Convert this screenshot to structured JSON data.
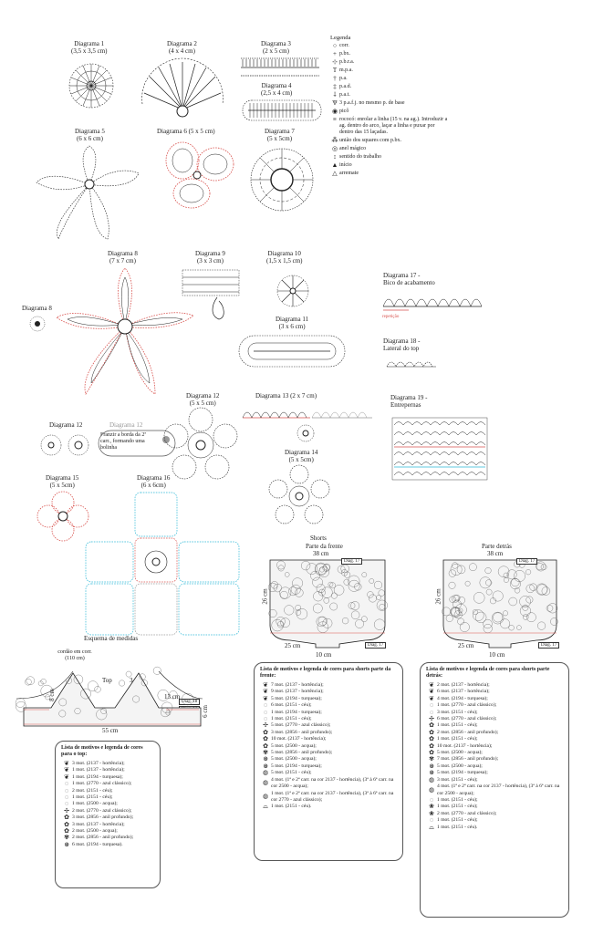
{
  "diagrams": {
    "d1": {
      "title": "Diagrama 1",
      "size": "(3,5 x 3,5 cm)"
    },
    "d2": {
      "title": "Diagrama 2",
      "size": "(4 x 4 cm)"
    },
    "d3": {
      "title": "Diagrama 3",
      "size": "(2 x 5 cm)"
    },
    "d4": {
      "title": "Diagrama 4",
      "size": "(2,5 x 4 cm)"
    },
    "d5": {
      "title": "Diagrama 5",
      "size": "(6 x 6 cm)"
    },
    "d6": {
      "title": "Diagrama 6 (5 x 5 cm)"
    },
    "d7": {
      "title": "Diagrama 7",
      "size": "(5 x 5cm)"
    },
    "d8": {
      "title": "Diagrama 8",
      "size": "(7 x 7 cm)"
    },
    "d8s": {
      "title": "Diagrama 8"
    },
    "d9": {
      "title": "Diagrama 9",
      "size": "(3 x 3 cm)"
    },
    "d10": {
      "title": "Diagrama 10",
      "size": "(1,5 x 1,5 cm)"
    },
    "d11": {
      "title": "Diagrama 11",
      "size": "(3 x 6 cm)"
    },
    "d12": {
      "title": "Diagrama 12",
      "size": "(5 x 5 cm)"
    },
    "d12s": {
      "title": "Diagrama 12"
    },
    "d12g": {
      "title": "Diagrama 12"
    },
    "d12note": "Franzir a borda da 2ª carr., formando uma bolinha",
    "d13": {
      "title": "Diagrama 13 (2 x 7 cm)"
    },
    "d14": {
      "title": "Diagrama 14",
      "size": "(5 x 5cm)"
    },
    "d15": {
      "title": "Diagrama 15",
      "size": "(5 x 5cm)"
    },
    "d16": {
      "title": "Diagrama 16",
      "size": "(6 x 6cm)"
    },
    "d17": {
      "title": "Diagrama 17 -",
      "sub": "Bico de acabamento",
      "rep": "repetição"
    },
    "d18": {
      "title": "Diagrama 18 -",
      "sub": "Lateral do top"
    },
    "d19": {
      "title": "Diagrama 19 -",
      "sub": "Entrepernas"
    }
  },
  "legend": {
    "title": "Legenda",
    "items": [
      {
        "icon": "○",
        "text": "corr."
      },
      {
        "icon": "+",
        "text": "p.bx."
      },
      {
        "icon": "⊹",
        "text": "p.b.r.a."
      },
      {
        "icon": "T",
        "text": "m.p.a."
      },
      {
        "icon": "†",
        "text": "p.a."
      },
      {
        "icon": "‡",
        "text": "p.a.d."
      },
      {
        "icon": "⸸",
        "text": "p.a.t."
      },
      {
        "icon": "Ѱ",
        "text": "3 p.a.f.j. no mesmo p. de base"
      },
      {
        "icon": "◉",
        "text": "picô"
      },
      {
        "icon": "≡",
        "text": "rococó: enrolar a linha (15 v. na ag.). Introduzir a ag. dentro do arco, laçar a linha e puxar por dentro das 15 laçadas."
      },
      {
        "icon": "⁂",
        "text": "união dos squares com p.bx."
      },
      {
        "icon": "◎",
        "text": "anel mágico"
      },
      {
        "icon": "↕",
        "text": "sentido do trabalho"
      },
      {
        "icon": "▲",
        "text": "início"
      },
      {
        "icon": "△",
        "text": "arremate"
      }
    ]
  },
  "shorts": {
    "title": "Shorts",
    "front": {
      "label": "Parte da frente",
      "width": "38 cm",
      "height": "26 cm",
      "hip": "25 cm",
      "crotch": "10 cm",
      "tag1": "Diag. 17",
      "tag2": "Diag. 17"
    },
    "back": {
      "label": "Parte detrás",
      "width": "38 cm",
      "height": "26 cm",
      "hip": "25 cm",
      "crotch": "10 cm",
      "tag1": "Diag. 17",
      "tag2": "Diag. 17"
    }
  },
  "top": {
    "scheme": "Esquema de medidas",
    "cord": "cordão em corr. (110 cm)",
    "label": "Top",
    "m3": "3 cm",
    "m8": "8 cm",
    "m13": "13 cm",
    "m6": "6 cm",
    "m55": "55 cm",
    "tag": "Diag. 18",
    "tag2": "Diag. 17"
  },
  "lists": {
    "top": {
      "title": "Lista de motivos e legenda de cores para o top:",
      "items": [
        {
          "icon": "❦",
          "text": "3 mot. (2137 - hortência);"
        },
        {
          "icon": "❦",
          "text": "1 mot. (2137 - hortência);"
        },
        {
          "icon": "❦",
          "text": "1 mot. (2194 - turquesa);"
        },
        {
          "icon": "◌",
          "text": "1 mot. (2770 - azul clássico);"
        },
        {
          "icon": "◌",
          "text": "2 mot. (2151 - céu);"
        },
        {
          "icon": "◌",
          "text": "1 mot. (2151 - céu);"
        },
        {
          "icon": "◌",
          "text": "1 mot. (2500 - acqua);"
        },
        {
          "icon": "✢",
          "text": "2 mot. (2770 - azul clássico);"
        },
        {
          "icon": "✿",
          "text": "3 mot. (2856 - anil profundo);"
        },
        {
          "icon": "✿",
          "text": "3 mot. (2137 - hortência);"
        },
        {
          "icon": "✿",
          "text": "2 mot. (2500 - acqua);"
        },
        {
          "icon": "✾",
          "text": "2 mot. (2856 - anil profundo);"
        },
        {
          "icon": "⊛",
          "text": "6 mot. (2194 - turquesa)."
        }
      ]
    },
    "front": {
      "title": "Lista de motivos e legenda de cores para shorts parte da frente:",
      "items": [
        {
          "icon": "❦",
          "text": "7 mot. (2137 - hortência);"
        },
        {
          "icon": "❦",
          "text": "9 mot. (2137 - hortência);"
        },
        {
          "icon": "❦",
          "text": "5 mot. (2194 - turquesa);"
        },
        {
          "icon": "◌",
          "text": "6 mot. (2151 - céu);"
        },
        {
          "icon": "◌",
          "text": "1 mot. (2194 - turquesa);"
        },
        {
          "icon": "◌",
          "text": "1 mot. (2151 - céu);"
        },
        {
          "icon": "✢",
          "text": "5 mot. (2770 - azul clássico);"
        },
        {
          "icon": "✿",
          "text": "3 mot. (2856 - anil profundo);"
        },
        {
          "icon": "✿",
          "text": "10 mot. (2137 - hortência);"
        },
        {
          "icon": "✿",
          "text": "5 mot. (2500 - acqua);"
        },
        {
          "icon": "✾",
          "text": "5 mot. (2856 - anil profundo);"
        },
        {
          "icon": "⊛",
          "text": "5 mot. (2500 - acqua);"
        },
        {
          "icon": "⊛",
          "text": "5 mot. (2194 - turquesa);"
        },
        {
          "icon": "◍",
          "text": "5 mot. (2151 - céu);"
        },
        {
          "icon": "◍",
          "text": "4 mot. (1ª e 2ª carr. na cor 2137 - hortência), (3ª à 6ª carr. na cor 2500 - acqua);"
        },
        {
          "icon": "◍",
          "text": "1 mot. (1ª e 2ª carr. na cor 2137 - hortência), (3ª à 6ª carr. na cor 2770 - azul clássico);"
        },
        {
          "icon": "⌓",
          "text": "1 mot. (2151 - céu)."
        }
      ]
    },
    "back": {
      "title": "Lista de motivos e legenda de cores para shorts parte detrás:",
      "items": [
        {
          "icon": "❦",
          "text": "2 mot. (2137 - hortência);"
        },
        {
          "icon": "❦",
          "text": "6 mot. (2137 - hortência);"
        },
        {
          "icon": "❦",
          "text": "4 mot. (2194 - turquesa);"
        },
        {
          "icon": "◌",
          "text": "1 mot. (2770 - azul clássico);"
        },
        {
          "icon": "◌",
          "text": "3 mot. (2151 - céu);"
        },
        {
          "icon": "✢",
          "text": "6 mot. (2770 - azul clássico);"
        },
        {
          "icon": "✿",
          "text": "1 mot. (2151 - céu);"
        },
        {
          "icon": "✿",
          "text": "2 mot. (2856 - anil profundo);"
        },
        {
          "icon": "✿",
          "text": "1 mot. (2151 - céu);"
        },
        {
          "icon": "✿",
          "text": "10 mot. (2137 - hortência);"
        },
        {
          "icon": "✿",
          "text": "5 mot. (2500 - acqua);"
        },
        {
          "icon": "✾",
          "text": "7 mot. (2856 - anil profundo);"
        },
        {
          "icon": "⊛",
          "text": "5 mot. (2500 - acqua);"
        },
        {
          "icon": "⊛",
          "text": "5 mot. (2194 - turquesa);"
        },
        {
          "icon": "◍",
          "text": "3 mot. (2151 - céu);"
        },
        {
          "icon": "◍",
          "text": "4 mot. (1ª e 2ª carr. na cor 2137 - hortência), (3ª à 6ª carr. na cor 2500 - acqua);"
        },
        {
          "icon": "◌",
          "text": "1 mot. (2151 - céu);"
        },
        {
          "icon": "❀",
          "text": "1 mot. (2151 - céu);"
        },
        {
          "icon": "❀",
          "text": "2 mot. (2770 - azul clássico);"
        },
        {
          "icon": "◌",
          "text": "1 mot. (2151 - céu);"
        },
        {
          "icon": "⌓",
          "text": "1 mot. (2151 - céu)."
        }
      ]
    }
  },
  "colors": {
    "red": "#d9534f",
    "cyan": "#2bb7d6",
    "ink": "#222222",
    "gray": "#999999"
  }
}
